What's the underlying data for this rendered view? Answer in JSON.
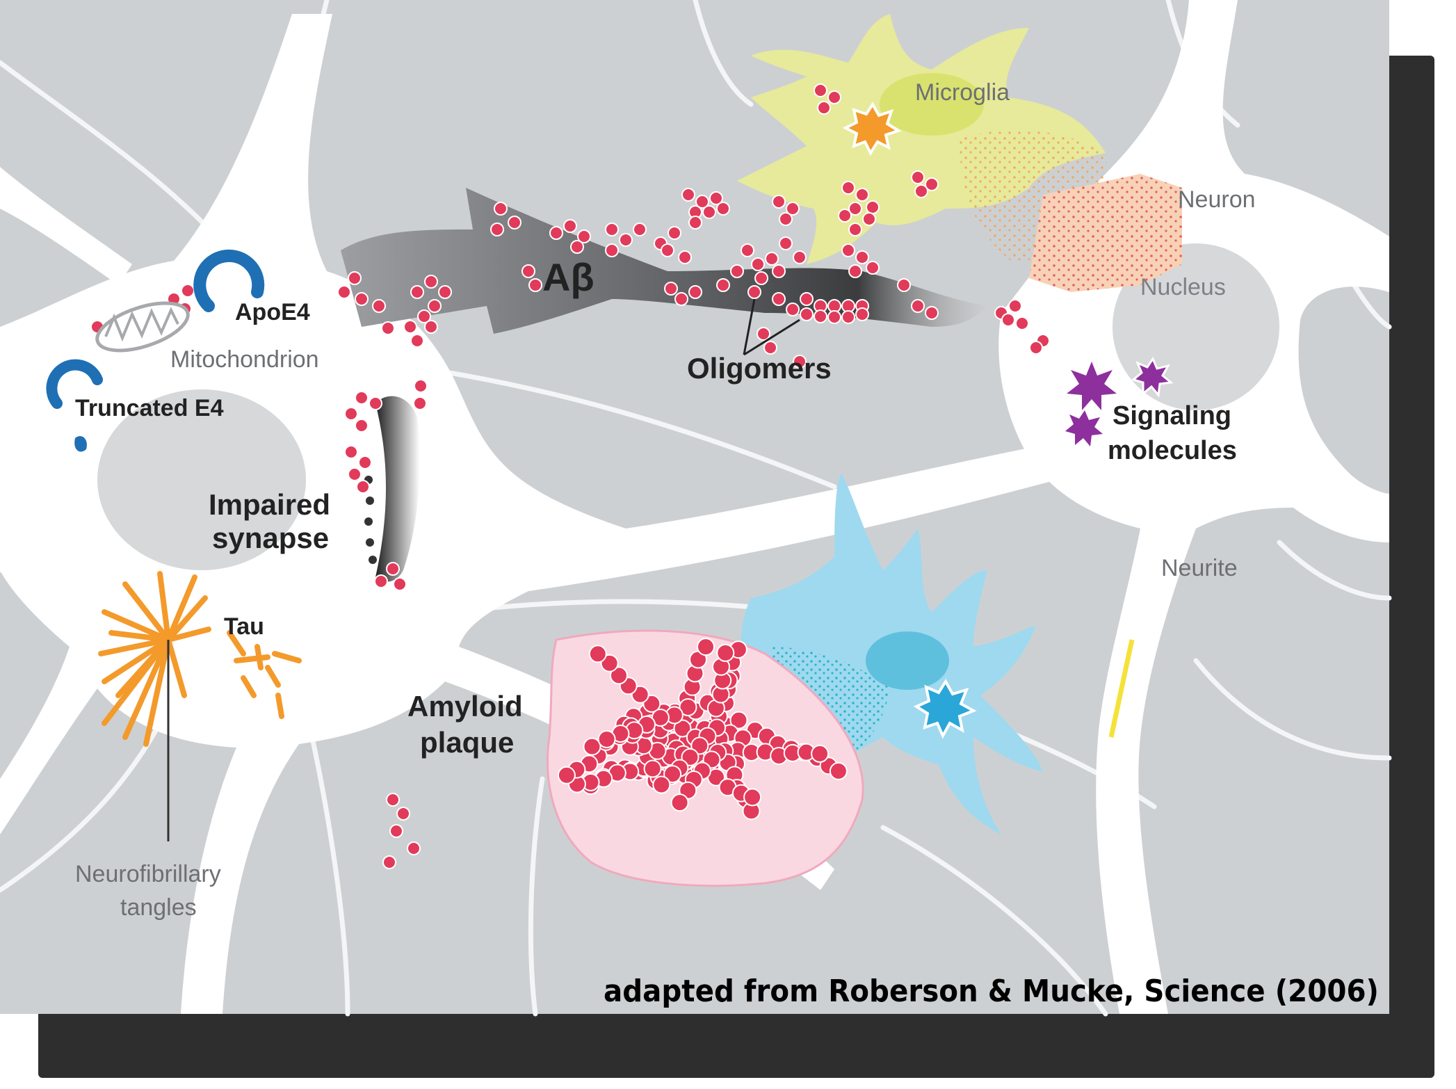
{
  "labels": {
    "apoe4": "ApoE4",
    "mitochondrion": "Mitochondrion",
    "truncated_e4": "Truncated E4",
    "impaired_synapse_line1": "Impaired",
    "impaired_synapse_line2": "synapse",
    "tau": "Tau",
    "neurofibrillary_line1": "Neurofibrillary",
    "neurofibrillary_line2": "tangles",
    "abeta": "Aβ",
    "oligomers": "Oligomers",
    "microglia": "Microglia",
    "neuron": "Neuron",
    "nucleus": "Nucleus",
    "signaling_line1": "Signaling",
    "signaling_line2": "molecules",
    "neurite": "Neurite",
    "amyloid_line1": "Amyloid",
    "amyloid_line2": "plaque"
  },
  "credit": "adapted from Roberson & Mucke, Science (2006)",
  "colors": {
    "background_tissue": "#cdd0d2",
    "cell_body": "#ffffff",
    "abeta_dots": "#e23a5a",
    "apoe4": "#1f6fb5",
    "tau": "#f39a2b",
    "microglia": "#e6ea9a",
    "astrocyte": "#9fd9ef",
    "signaling": "#8e2f9e",
    "shadow": "#2e2e2e"
  },
  "icons": [
    "apoe4-ring-icon",
    "truncated-e4-icon",
    "mitochondrion-icon",
    "tau-filament-icon",
    "signaling-star-icon",
    "abeta-arrow-icon"
  ]
}
